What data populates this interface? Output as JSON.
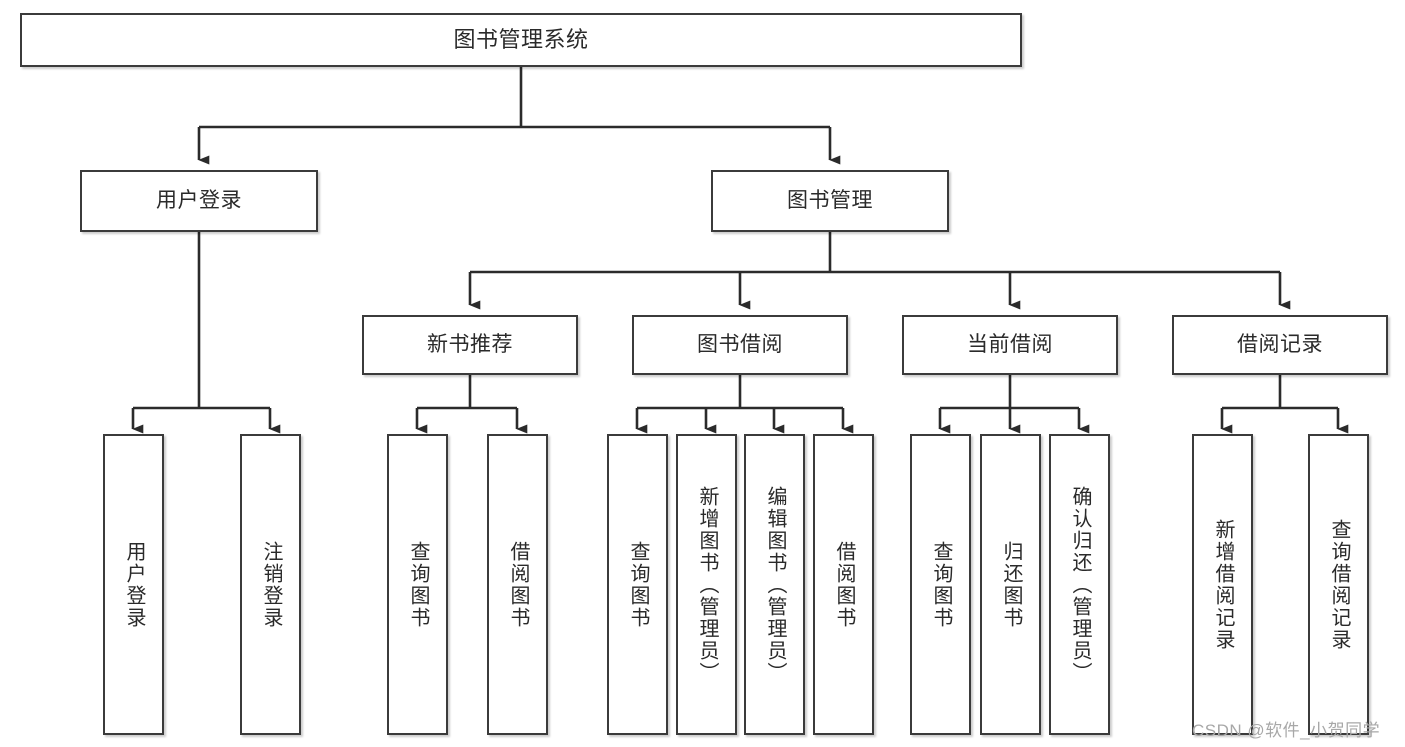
{
  "diagram": {
    "title": "图书管理系统",
    "type": "tree-hierarchy",
    "levels": 4,
    "colors": {
      "box_border": "#3b3b3b",
      "box_fill": "#ffffff",
      "edge": "#2b2b2b",
      "text": "#2a2a2a",
      "watermark": "#a8a8a8"
    },
    "nodes": {
      "root": {
        "label": "图书管理系统"
      },
      "level2": [
        {
          "id": "user-login",
          "label": "用户登录"
        },
        {
          "id": "book-management",
          "label": "图书管理"
        }
      ],
      "level3": [
        {
          "id": "new-book-recommend",
          "label": "新书推荐"
        },
        {
          "id": "book-borrow",
          "label": "图书借阅"
        },
        {
          "id": "current-borrow",
          "label": "当前借阅"
        },
        {
          "id": "borrow-record",
          "label": "借阅记录"
        }
      ],
      "leaves": {
        "user-login": [
          {
            "id": "leaf-user-login",
            "label": "用户登录"
          },
          {
            "id": "leaf-logout",
            "label": "注销登录"
          }
        ],
        "new-book-recommend": [
          {
            "id": "leaf-query-book-1",
            "label": "查询图书"
          },
          {
            "id": "leaf-borrow-book-1",
            "label": "借阅图书"
          }
        ],
        "book-borrow": [
          {
            "id": "leaf-query-book-2",
            "label": "查询图书"
          },
          {
            "id": "leaf-add-book",
            "label": "新增图书（管理员）"
          },
          {
            "id": "leaf-edit-book",
            "label": "编辑图书（管理员）"
          },
          {
            "id": "leaf-borrow-book-2",
            "label": "借阅图书"
          }
        ],
        "current-borrow": [
          {
            "id": "leaf-query-book-3",
            "label": "查询图书"
          },
          {
            "id": "leaf-return-book",
            "label": "归还图书"
          },
          {
            "id": "leaf-confirm-return",
            "label": "确认归还（管理员）"
          }
        ],
        "borrow-record": [
          {
            "id": "leaf-add-record",
            "label": "新增借阅记录"
          },
          {
            "id": "leaf-query-record",
            "label": "查询借阅记录"
          }
        ]
      }
    }
  },
  "watermark": {
    "text": "CSDN @软件_小贺同学"
  }
}
